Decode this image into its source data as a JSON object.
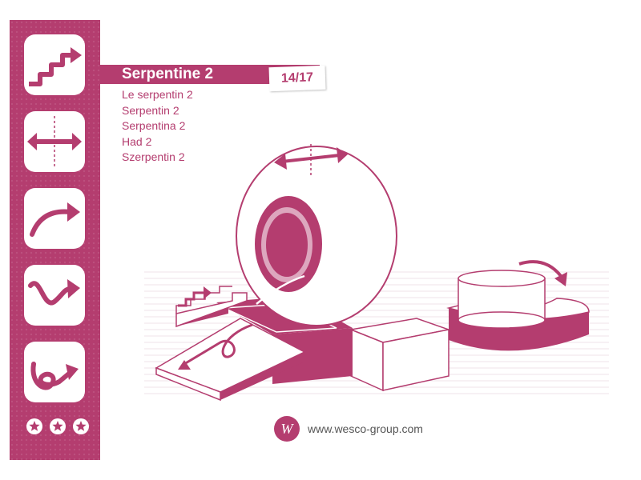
{
  "title": "Serpentine 2",
  "page_number": "14/17",
  "translations": [
    "Le serpentin 2",
    "Serpentin 2",
    "Serpentina 2",
    "Had 2",
    "Szerpentin 2"
  ],
  "sidebar_icons": [
    "stairs-arrow-icon",
    "width-arrow-icon",
    "curve-arrow-icon",
    "wave-arrow-icon",
    "loop-arrow-icon"
  ],
  "difficulty_stars": 3,
  "logo_text": "W",
  "footer_url": "www.wesco-group.com",
  "colors": {
    "brand": "#b43d6f",
    "text_gray": "#555555"
  }
}
